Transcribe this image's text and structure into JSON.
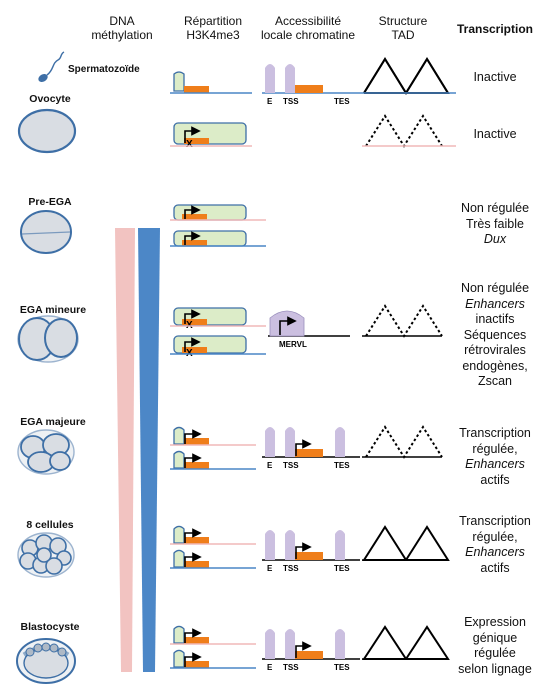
{
  "headers": {
    "methylation": [
      "DNA",
      "méthylation"
    ],
    "h3k4me3": [
      "Répartition",
      "H3K4me3"
    ],
    "chromatin": [
      "Accessibilité",
      "locale chromatine"
    ],
    "tad": [
      "Structure",
      "TAD"
    ],
    "transcription": [
      "Transcription"
    ]
  },
  "sperm_label": "Spermatozoïde",
  "chromatin_labels": {
    "e": "E",
    "tss": "TSS",
    "tes": "TES",
    "mervl": "MERVL"
  },
  "stages": [
    {
      "label": "Ovocyte",
      "transcription": [
        {
          "text": "Inactive"
        }
      ],
      "transcription2": [
        {
          "text": "Inactive"
        }
      ]
    },
    {
      "label": "Pre-EGA",
      "transcription": [
        {
          "text": "Non régulée"
        },
        {
          "text": "Très faible"
        },
        {
          "text": "Dux",
          "italic": true
        }
      ]
    },
    {
      "label": "EGA mineure",
      "transcription": [
        {
          "text": "Non régulée"
        },
        {
          "text": "Enhancers",
          "italic": true
        },
        {
          "text": "inactifs"
        },
        {
          "text": "Séquences"
        },
        {
          "text": "rétrovirales"
        },
        {
          "text": "endogènes,"
        },
        {
          "text": "Zscan"
        }
      ]
    },
    {
      "label": "EGA majeure",
      "transcription": [
        {
          "text": "Transcription"
        },
        {
          "text": "régulée,"
        },
        {
          "text": "Enhancers",
          "italic": true
        },
        {
          "text": "actifs"
        }
      ]
    },
    {
      "label": "8 cellules",
      "transcription": [
        {
          "text": "Transcription"
        },
        {
          "text": "régulée,"
        },
        {
          "text": "Enhancers",
          "italic": true
        },
        {
          "text": "actifs"
        }
      ]
    },
    {
      "label": "Blastocyste",
      "transcription": [
        {
          "text": "Expression"
        },
        {
          "text": "génique"
        },
        {
          "text": "régulée"
        },
        {
          "text": "selon lignage"
        }
      ]
    }
  ],
  "colors": {
    "blue": "#4a86c5",
    "pink": "#f0b8b8",
    "orange": "#ef7e1a",
    "green_fill": "#dcecc8",
    "lavender": "#cbbfe0",
    "methyl_pink": "#f2c3c1",
    "methyl_blue": "#4c87c7",
    "cell_fill": "#d9dde3"
  }
}
